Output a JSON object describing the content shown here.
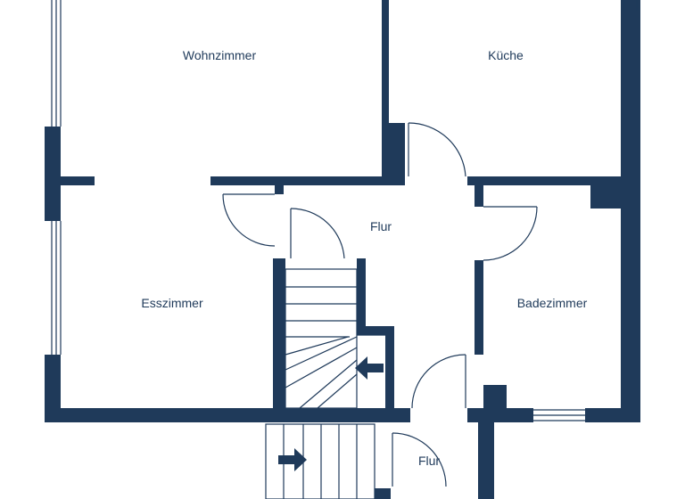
{
  "rooms": {
    "wohnzimmer": "Wohnzimmer",
    "kueche": "Küche",
    "flur_oben": "Flur",
    "esszimmer": "Esszimmer",
    "badezimmer": "Badezimmer",
    "flur_unten": "Flur"
  },
  "colors": {
    "wall": "#1f3a5a",
    "background": "#ffffff",
    "thin_line": "#1f3a5a"
  },
  "icons": [
    "stair-arrow-icon",
    "door-swing-icon",
    "window-icon"
  ]
}
